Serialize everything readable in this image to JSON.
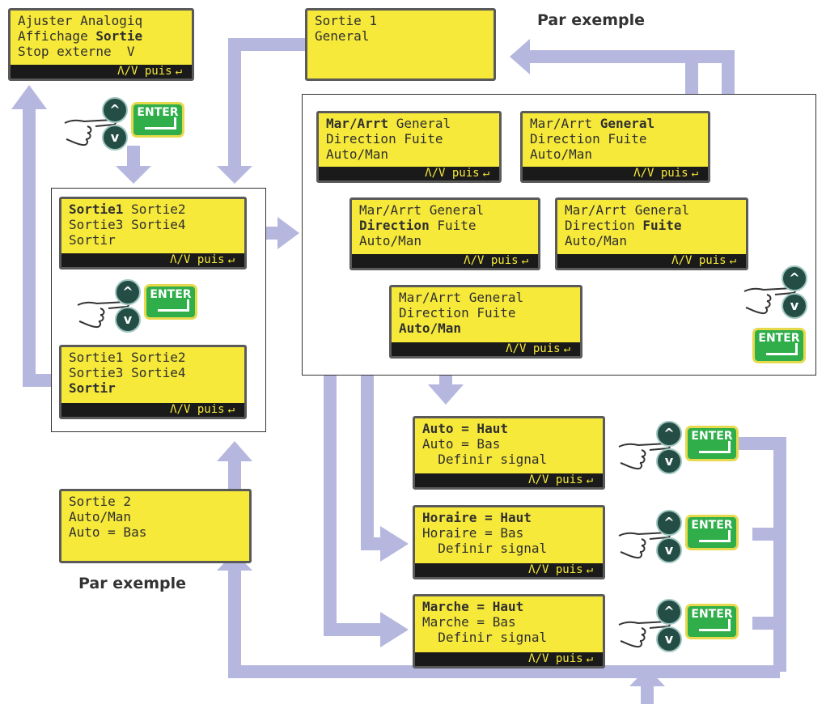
{
  "screens": {
    "ajuster": {
      "lines": [
        [
          {
            "t": "Ajuster Analogiq"
          }
        ],
        [
          {
            "t": "Affichage "
          },
          {
            "t": "Sortie",
            "b": true
          }
        ],
        [
          {
            "t": "Stop externe  V"
          }
        ]
      ],
      "footer": "Λ/V puis"
    },
    "sortie1_example": {
      "lines": [
        [
          {
            "t": "Sortie 1"
          }
        ],
        [
          {
            "t": "General"
          }
        ]
      ]
    },
    "sortie_sel1": {
      "lines": [
        [
          {
            "t": "Sortie1",
            "b": true
          },
          {
            "t": " Sortie2"
          }
        ],
        [
          {
            "t": "Sortie3 Sortie4"
          }
        ],
        [
          {
            "t": "Sortir"
          }
        ]
      ],
      "footer": "Λ/V puis"
    },
    "sortie_sortir": {
      "lines": [
        [
          {
            "t": "Sortie1 Sortie2"
          }
        ],
        [
          {
            "t": "Sortie3 Sortie4"
          }
        ],
        [
          {
            "t": "Sortir",
            "b": true
          }
        ]
      ],
      "footer": "Λ/V puis"
    },
    "sortie2_example": {
      "lines": [
        [
          {
            "t": "Sortie 2"
          }
        ],
        [
          {
            "t": "Auto/Man"
          }
        ],
        [
          {
            "t": "Auto = Bas"
          }
        ]
      ]
    },
    "mar_arrt": {
      "lines": [
        [
          {
            "t": "Mar/Arrt",
            "b": true
          },
          {
            "t": " General"
          }
        ],
        [
          {
            "t": "Direction Fuite"
          }
        ],
        [
          {
            "t": "Auto/Man"
          }
        ]
      ],
      "footer": "Λ/V puis"
    },
    "general": {
      "lines": [
        [
          {
            "t": "Mar/Arrt "
          },
          {
            "t": "General",
            "b": true
          }
        ],
        [
          {
            "t": "Direction Fuite"
          }
        ],
        [
          {
            "t": "Auto/Man"
          }
        ]
      ],
      "footer": "Λ/V puis"
    },
    "direction": {
      "lines": [
        [
          {
            "t": "Mar/Arrt General"
          }
        ],
        [
          {
            "t": "Direction",
            "b": true
          },
          {
            "t": " Fuite"
          }
        ],
        [
          {
            "t": "Auto/Man"
          }
        ]
      ],
      "footer": "Λ/V puis"
    },
    "fuite": {
      "lines": [
        [
          {
            "t": "Mar/Arrt General"
          }
        ],
        [
          {
            "t": "Direction "
          },
          {
            "t": "Fuite",
            "b": true
          }
        ],
        [
          {
            "t": "Auto/Man"
          }
        ]
      ],
      "footer": "Λ/V puis"
    },
    "automan": {
      "lines": [
        [
          {
            "t": "Mar/Arrt General"
          }
        ],
        [
          {
            "t": "Direction Fuite"
          }
        ],
        [
          {
            "t": "Auto/Man",
            "b": true
          }
        ]
      ],
      "footer": "Λ/V puis"
    },
    "auto_haut": {
      "lines": [
        [
          {
            "t": "Auto = Haut",
            "b": true
          }
        ],
        [
          {
            "t": "Auto = Bas"
          }
        ],
        [
          {
            "t": "  Definir signal"
          }
        ]
      ],
      "footer": "Λ/V puis"
    },
    "horaire_haut": {
      "lines": [
        [
          {
            "t": "Horaire = Haut",
            "b": true
          }
        ],
        [
          {
            "t": "Horaire = Bas"
          }
        ],
        [
          {
            "t": "  Definir signal"
          }
        ]
      ],
      "footer": "Λ/V puis"
    },
    "marche_haut": {
      "lines": [
        [
          {
            "t": "Marche = Haut",
            "b": true
          }
        ],
        [
          {
            "t": "Marche = Bas"
          }
        ],
        [
          {
            "t": "  Definir signal"
          }
        ]
      ],
      "footer": "Λ/V puis"
    }
  },
  "captions": {
    "top": "Par exemple",
    "bottom": "Par exemple"
  },
  "buttons": {
    "up_symbol": "^",
    "down_symbol": "v",
    "enter_label": "ENTER"
  },
  "colors": {
    "lcd": "#f6e93a",
    "arrow": "#b6b7df",
    "enter": "#2fae4a",
    "round_button": "#234d45"
  }
}
